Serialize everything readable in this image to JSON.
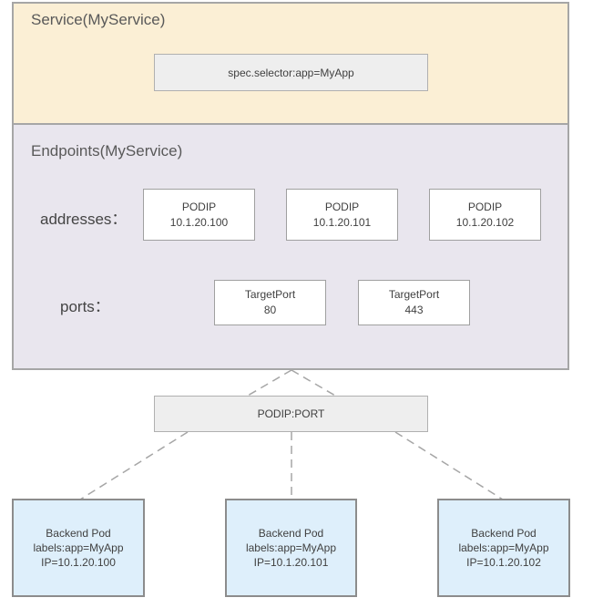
{
  "service": {
    "title": "Service(MyService)",
    "selector": "spec.selector:app=MyApp"
  },
  "endpoints": {
    "title": "Endpoints(MyService)",
    "addresses_label": "addresses：",
    "addresses": [
      {
        "kind": "PODIP",
        "ip": "10.1.20.100"
      },
      {
        "kind": "PODIP",
        "ip": "10.1.20.101"
      },
      {
        "kind": "PODIP",
        "ip": "10.1.20.102"
      }
    ],
    "ports_label": "ports：",
    "ports": [
      {
        "kind": "TargetPort",
        "port": "80"
      },
      {
        "kind": "TargetPort",
        "port": "443"
      }
    ]
  },
  "connector": {
    "label": "PODIP:PORT"
  },
  "pods": [
    {
      "name": "Backend Pod",
      "labels": "labels:app=MyApp",
      "ip": "IP=10.1.20.100"
    },
    {
      "name": "Backend Pod",
      "labels": "labels:app=MyApp",
      "ip": "IP=10.1.20.101"
    },
    {
      "name": "Backend Pod",
      "labels": "labels:app=MyApp",
      "ip": "IP=10.1.20.102"
    }
  ],
  "colors": {
    "service_bg": "#fbefd5",
    "endpoints_bg": "#e9e6ee",
    "pod_bg": "#deeffb",
    "border": "#a6a6a6"
  }
}
